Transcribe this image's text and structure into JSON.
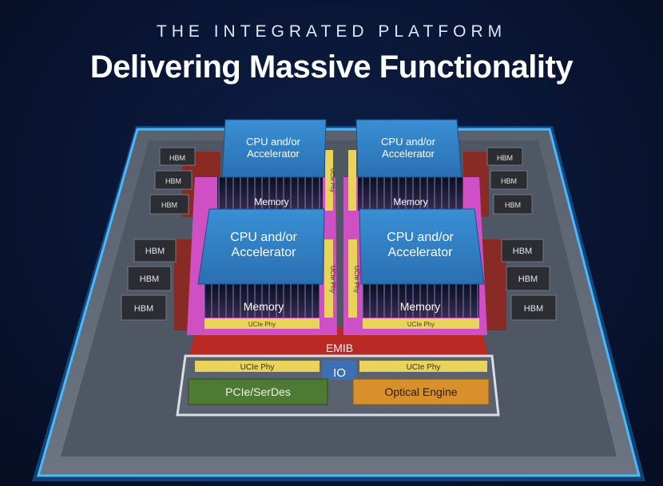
{
  "header": {
    "eyebrow": "THE INTEGRATED PLATFORM",
    "title": "Delivering Massive Functionality"
  },
  "diagram": {
    "cpu_label_line1": "CPU and/or",
    "cpu_label_line2": "Accelerator",
    "memory_label": "Memory",
    "ucie_phy_label": "UCIe Phy",
    "hbm_label": "HBM",
    "emib_label": "EMIB",
    "io_label": "IO",
    "pcie_label": "PCIe/SerDes",
    "optical_label": "Optical Engine"
  },
  "colors": {
    "background": "#091533",
    "cpu_die": "#2f7fc4",
    "ucie": "#e9d35a",
    "emib": "#b92a24",
    "pcie": "#4e7a33",
    "optical": "#d7902c",
    "substrate_edge": "#3bb0ff"
  }
}
